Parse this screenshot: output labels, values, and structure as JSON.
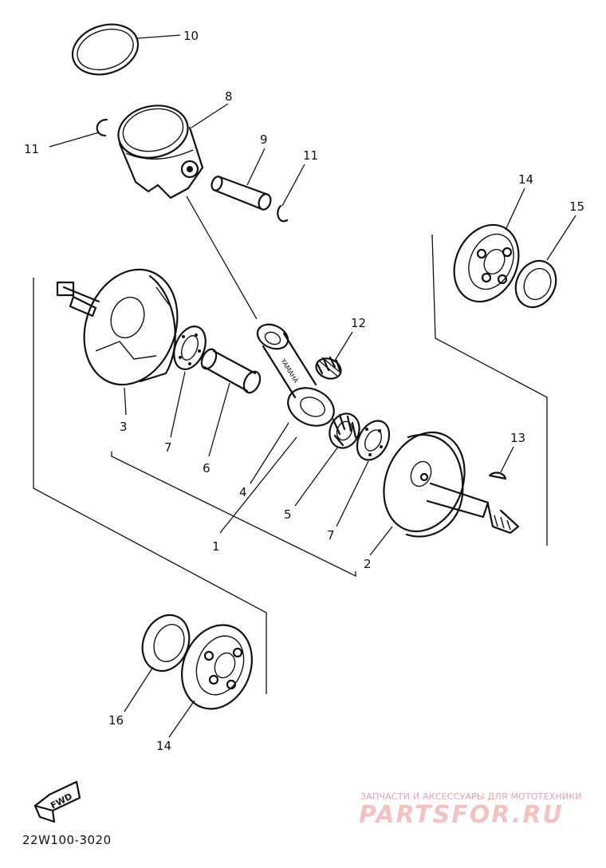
{
  "callouts": {
    "c1": "1",
    "c2": "2",
    "c3": "3",
    "c4": "4",
    "c5": "5",
    "c6": "6",
    "c7a": "7",
    "c7b": "7",
    "c8": "8",
    "c9": "9",
    "c10": "10",
    "c11a": "11",
    "c11b": "11",
    "c12": "12",
    "c13": "13",
    "c14a": "14",
    "c14b": "14",
    "c15": "15",
    "c16": "16"
  },
  "fwd_label": "FWD",
  "diagram_code": "22W100-3020",
  "watermark": {
    "tagline": "ЗАПЧАСТИ И АКСЕССУАРЫ ДЛЯ МОТОТЕХНИКИ",
    "logo": "PARTSFOR.RU"
  },
  "rod_marking": "YAMAHA"
}
